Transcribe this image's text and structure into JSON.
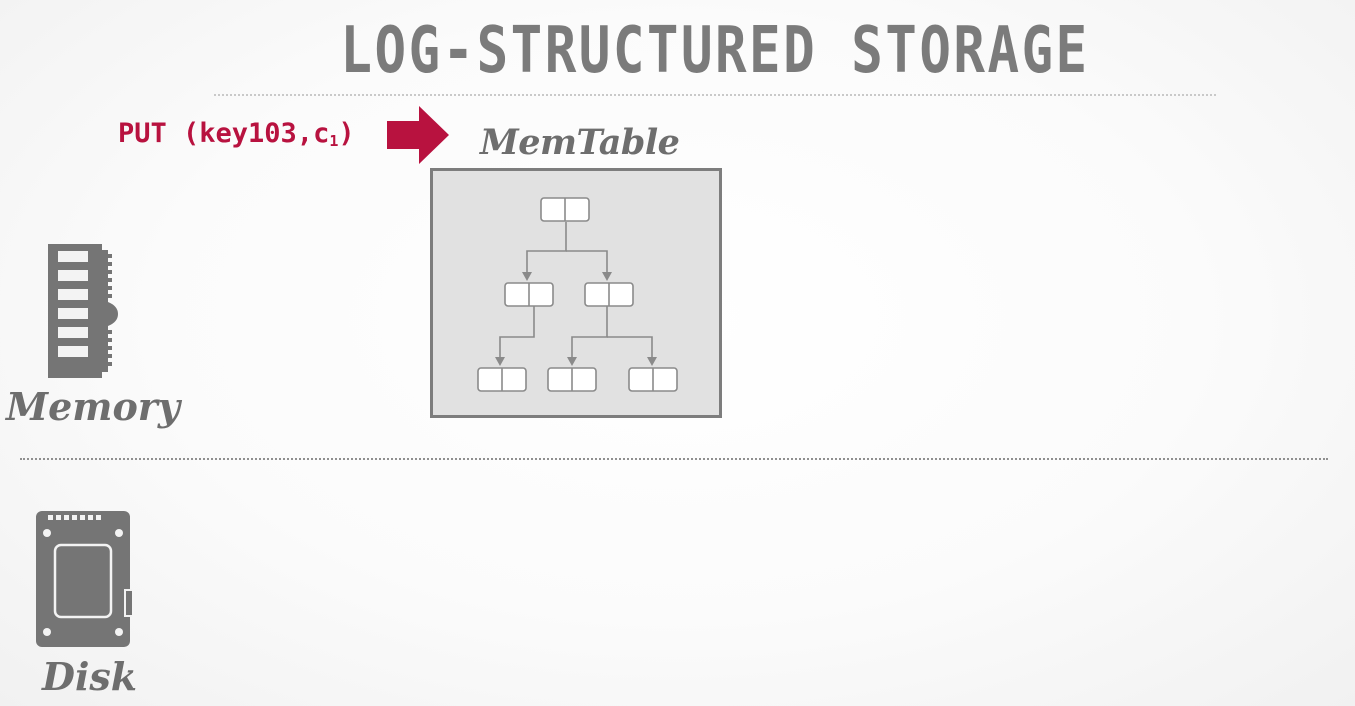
{
  "slide": {
    "title": "LOG-STRUCTURED STORAGE"
  },
  "operation": {
    "prefix": "PUT (key103,c",
    "subscript": "1",
    "suffix": ")"
  },
  "memtable": {
    "label": "MemTable"
  },
  "tiers": {
    "memory": {
      "label": "Memory",
      "icon": "ram-stick-icon"
    },
    "disk": {
      "label": "Disk",
      "icon": "ssd-drive-icon"
    }
  },
  "colors": {
    "accent": "#b8123f",
    "icon_gray": "#757575",
    "text_gray": "#6e6e6e",
    "memtable_fill": "#e1e1e1"
  }
}
